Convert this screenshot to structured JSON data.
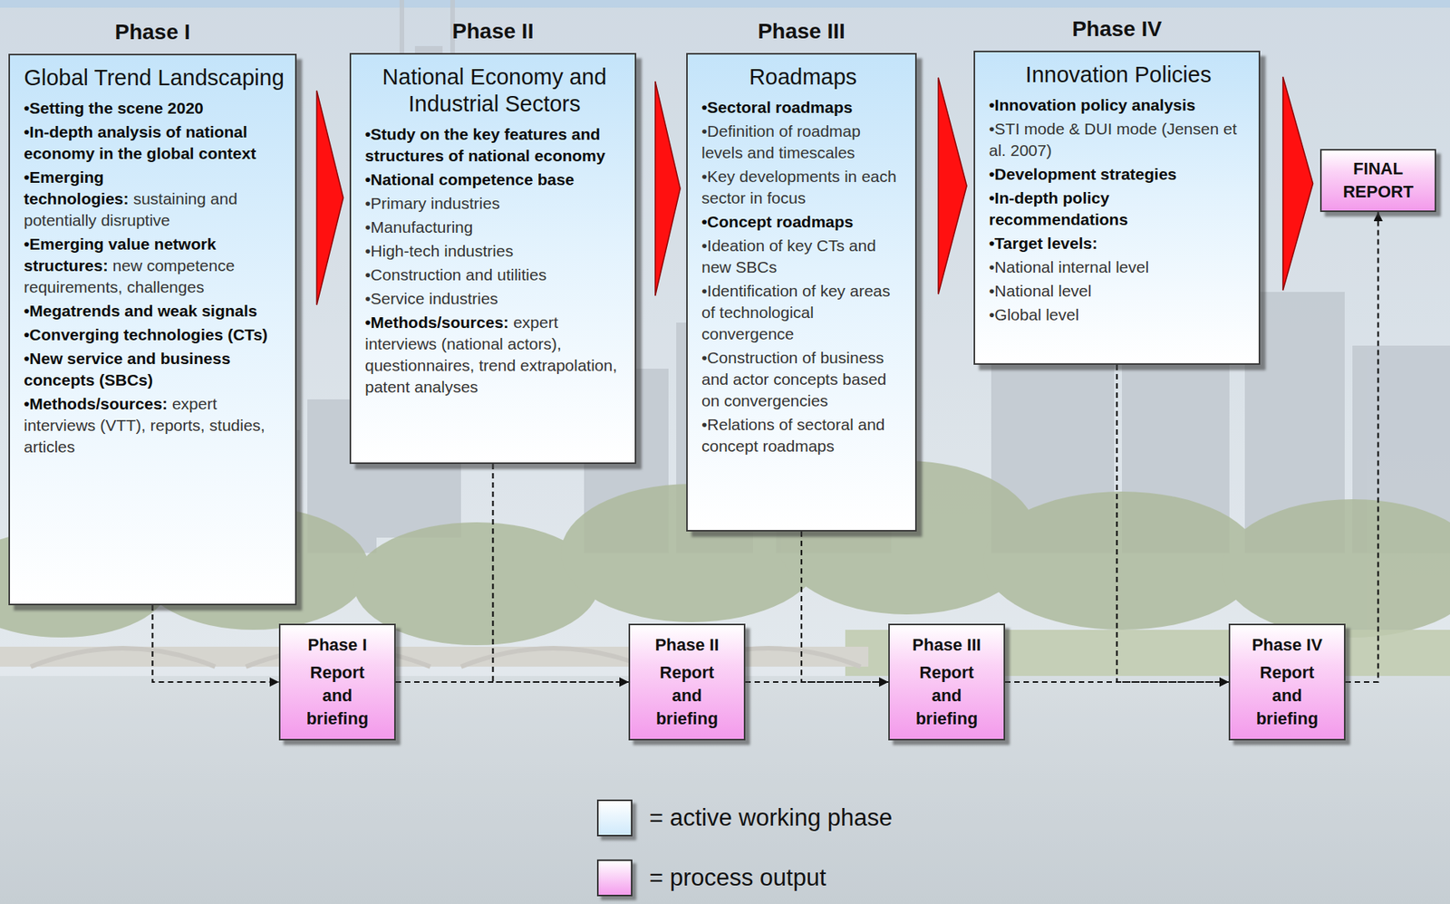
{
  "diagram": {
    "nodes": [
      {
        "text": [
          "Phase I",
          "Global Trend Landscaping",
          "•Setting the scene 2020",
          "•In-depth analysis of national economy in the global context",
          "•Emerging technologies:",
          "sustaining and potentially disruptive",
          "•Emerging value network structures:",
          "new competence requirements, challenges",
          "•Megatrends and weak signals",
          "•Converging technologies (CTs)",
          "•New service and business concepts (SBCs)",
          "•Methods/sources:",
          "expert interviews (VTT), reports, studies, articles"
        ]
      },
      {
        "text": [
          "Phase II",
          "National Economy and Industrial Sectors",
          "•Study on the key features and structures of national economy",
          "•National competence base",
          "•Primary industries",
          "•Manufacturing",
          "•High-tech industries",
          "•Construction and utilities",
          "•Service industries",
          "•Methods/sources:",
          "expert interviews (national actors), questionnaires, trend extrapolation, patent analyses"
        ]
      },
      {
        "text": [
          "Phase III",
          "Roadmaps",
          "•Sectoral roadmaps",
          "•Definition of roadmap levels and timescales",
          "•Key developments in each sector in focus",
          "•Concept roadmaps",
          "•Ideation of key CTs and new SBCs",
          "•Identification of key areas of technological convergence",
          "•Construction of business and actor concepts based on convergencies",
          "•Relations of sectoral and concept roadmaps"
        ]
      },
      {
        "text": [
          "Phase IV",
          "Innovation Policies",
          "•Innovation policy analysis",
          "•STI mode & DUI mode (Jensen et al. 2007)",
          "•Development strategies",
          "•In-depth policy recommendations",
          "•Target levels:",
          "•National internal level",
          "•National level",
          "•Global level"
        ]
      },
      {
        "text": [
          "Phase I",
          "Report and briefing"
        ]
      },
      {
        "text": [
          "Phase II",
          "Report and briefing"
        ]
      },
      {
        "text": [
          "Phase III",
          "Report and briefing"
        ]
      },
      {
        "text": [
          "Phase IV",
          "Report and briefing"
        ]
      },
      {
        "text": [
          "FINAL REPORT"
        ]
      }
    ],
    "edges": [
      {
        "from": 0,
        "to": 1,
        "arrow": "to"
      },
      {
        "from": 1,
        "to": 2,
        "arrow": "to"
      },
      {
        "from": 2,
        "to": 3,
        "arrow": "to"
      },
      {
        "from": 3,
        "to": 8,
        "arrow": "to"
      },
      {
        "from": 0,
        "to": 4,
        "arrow": "to"
      },
      {
        "from": 4,
        "to": 5,
        "arrow": "to"
      },
      {
        "from": 1,
        "to": 5,
        "arrow": "to"
      },
      {
        "from": 5,
        "to": 6,
        "arrow": "to"
      },
      {
        "from": 2,
        "to": 6,
        "arrow": "to"
      },
      {
        "from": 6,
        "to": 7,
        "arrow": "to"
      },
      {
        "from": 3,
        "to": 7,
        "arrow": "to"
      },
      {
        "from": 7,
        "to": 8,
        "arrow": "to"
      }
    ],
    "legend": [
      {
        "text": "= active working phase",
        "color": "#cfe9fb"
      },
      {
        "text": "= process output",
        "color": "#f49ded"
      }
    ]
  }
}
